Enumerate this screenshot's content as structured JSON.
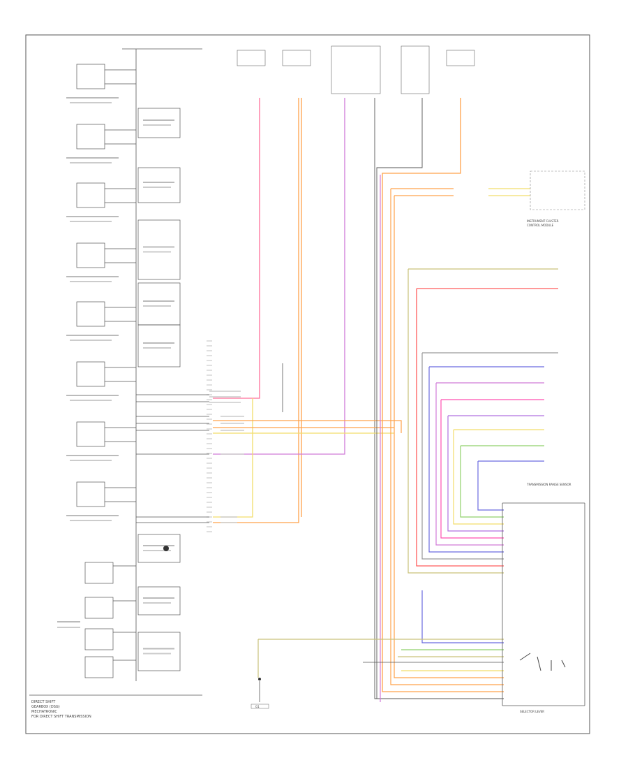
{
  "diagram": {
    "left_block_lines": [
      "DIRECT SHIFT",
      "GEARBOX (DSG)",
      "MECHATRONIC",
      "FOR DIRECT SHIFT TRANSMISSION"
    ],
    "upper_right_module_lines": [
      "INSTRUMENT CLUSTER",
      "CONTROL MODULE"
    ],
    "transmission_range_sensor_label": "TRANSMISSION RANGE SENSOR",
    "selector_lever_label": "SELECTOR LEVER",
    "ground_label": "G1",
    "colors": {
      "black": "#333333",
      "gray": "#9a9a9a",
      "red_pink": "#ff6f9a",
      "orange": "#ffa24a",
      "violet": "#d07ad8",
      "yellow": "#f2dd6a",
      "green": "#8fd06a",
      "blue": "#6a6ae0",
      "red": "#ff5a5a",
      "olive": "#c9c27a",
      "brown": "#c8a27a",
      "magenta": "#ff4fb0",
      "purple": "#b070e0"
    }
  }
}
